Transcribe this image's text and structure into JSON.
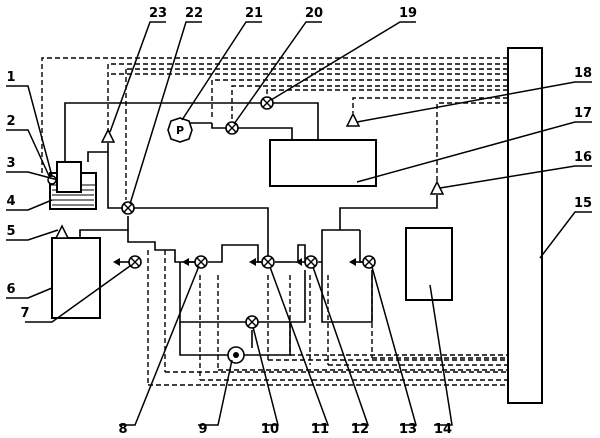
{
  "diagram": {
    "labels": [
      "1",
      "2",
      "3",
      "4",
      "5",
      "6",
      "7",
      "8",
      "9",
      "10",
      "11",
      "12",
      "13",
      "14",
      "15",
      "16",
      "17",
      "18",
      "19",
      "20",
      "21",
      "22",
      "23"
    ],
    "pressure_gauge_glyph": "P"
  }
}
